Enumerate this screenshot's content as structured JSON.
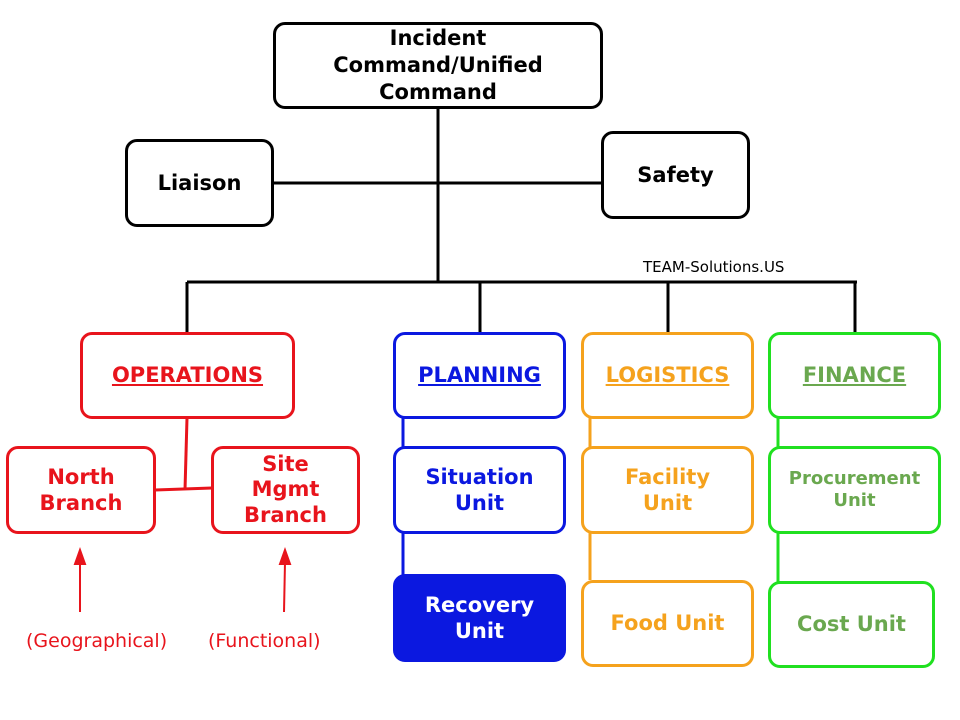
{
  "colors": {
    "command": "#000000",
    "operations": "#e8141c",
    "planning": "#0b18e0",
    "logistics": "#f5a21d",
    "finance_border": "#20e020",
    "finance_text": "#6aa84f"
  },
  "command": {
    "label": "Incident\nCommand/Unified\nCommand"
  },
  "staff": {
    "liaison": "Liaison",
    "safety": "Safety"
  },
  "watermark": "TEAM-Solutions.US",
  "sections": {
    "operations": {
      "title": "OPERATIONS",
      "north_branch": "North\nBranch",
      "site_branch": "Site\nMgmt\nBranch",
      "geo_note": "(Geographical)",
      "func_note": "(Functional)"
    },
    "planning": {
      "title": "PLANNING",
      "situation_unit": "Situation\nUnit",
      "recovery_unit": "Recovery\nUnit"
    },
    "logistics": {
      "title": "LOGISTICS",
      "facility_unit": "Facility\nUnit",
      "food_unit": "Food Unit"
    },
    "finance": {
      "title": "FINANCE",
      "procurement_unit": "Procurement\nUnit",
      "cost_unit": "Cost Unit"
    }
  }
}
